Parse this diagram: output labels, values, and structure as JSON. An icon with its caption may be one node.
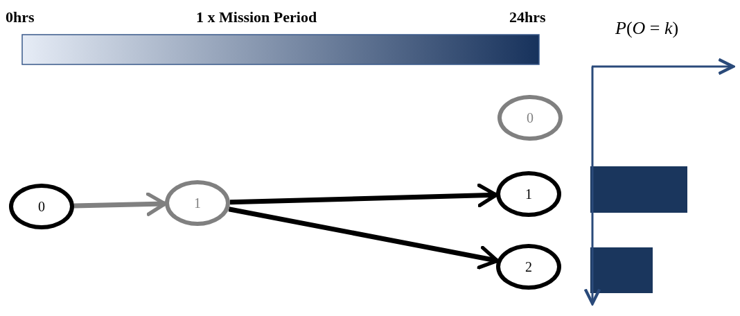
{
  "diagram": {
    "nodes": [
      {
        "text": [],
        "shape": "bar"
      },
      {
        "text": [
          "0"
        ]
      },
      {
        "text": [
          "1"
        ]
      },
      {
        "text": [
          "0"
        ]
      },
      {
        "text": [
          "1"
        ]
      },
      {
        "text": [
          "2"
        ]
      }
    ],
    "edges": [
      {
        "from": 1,
        "to": 2,
        "arrow": "to",
        "color": "#808080"
      },
      {
        "from": 2,
        "to": 4,
        "arrow": "to"
      },
      {
        "from": 2,
        "to": 5,
        "arrow": "to"
      }
    ],
    "labels": [
      "0hrs",
      "1 x Mission Period",
      "24hrs",
      "*P*(*O* = *k*)"
    ]
  }
}
